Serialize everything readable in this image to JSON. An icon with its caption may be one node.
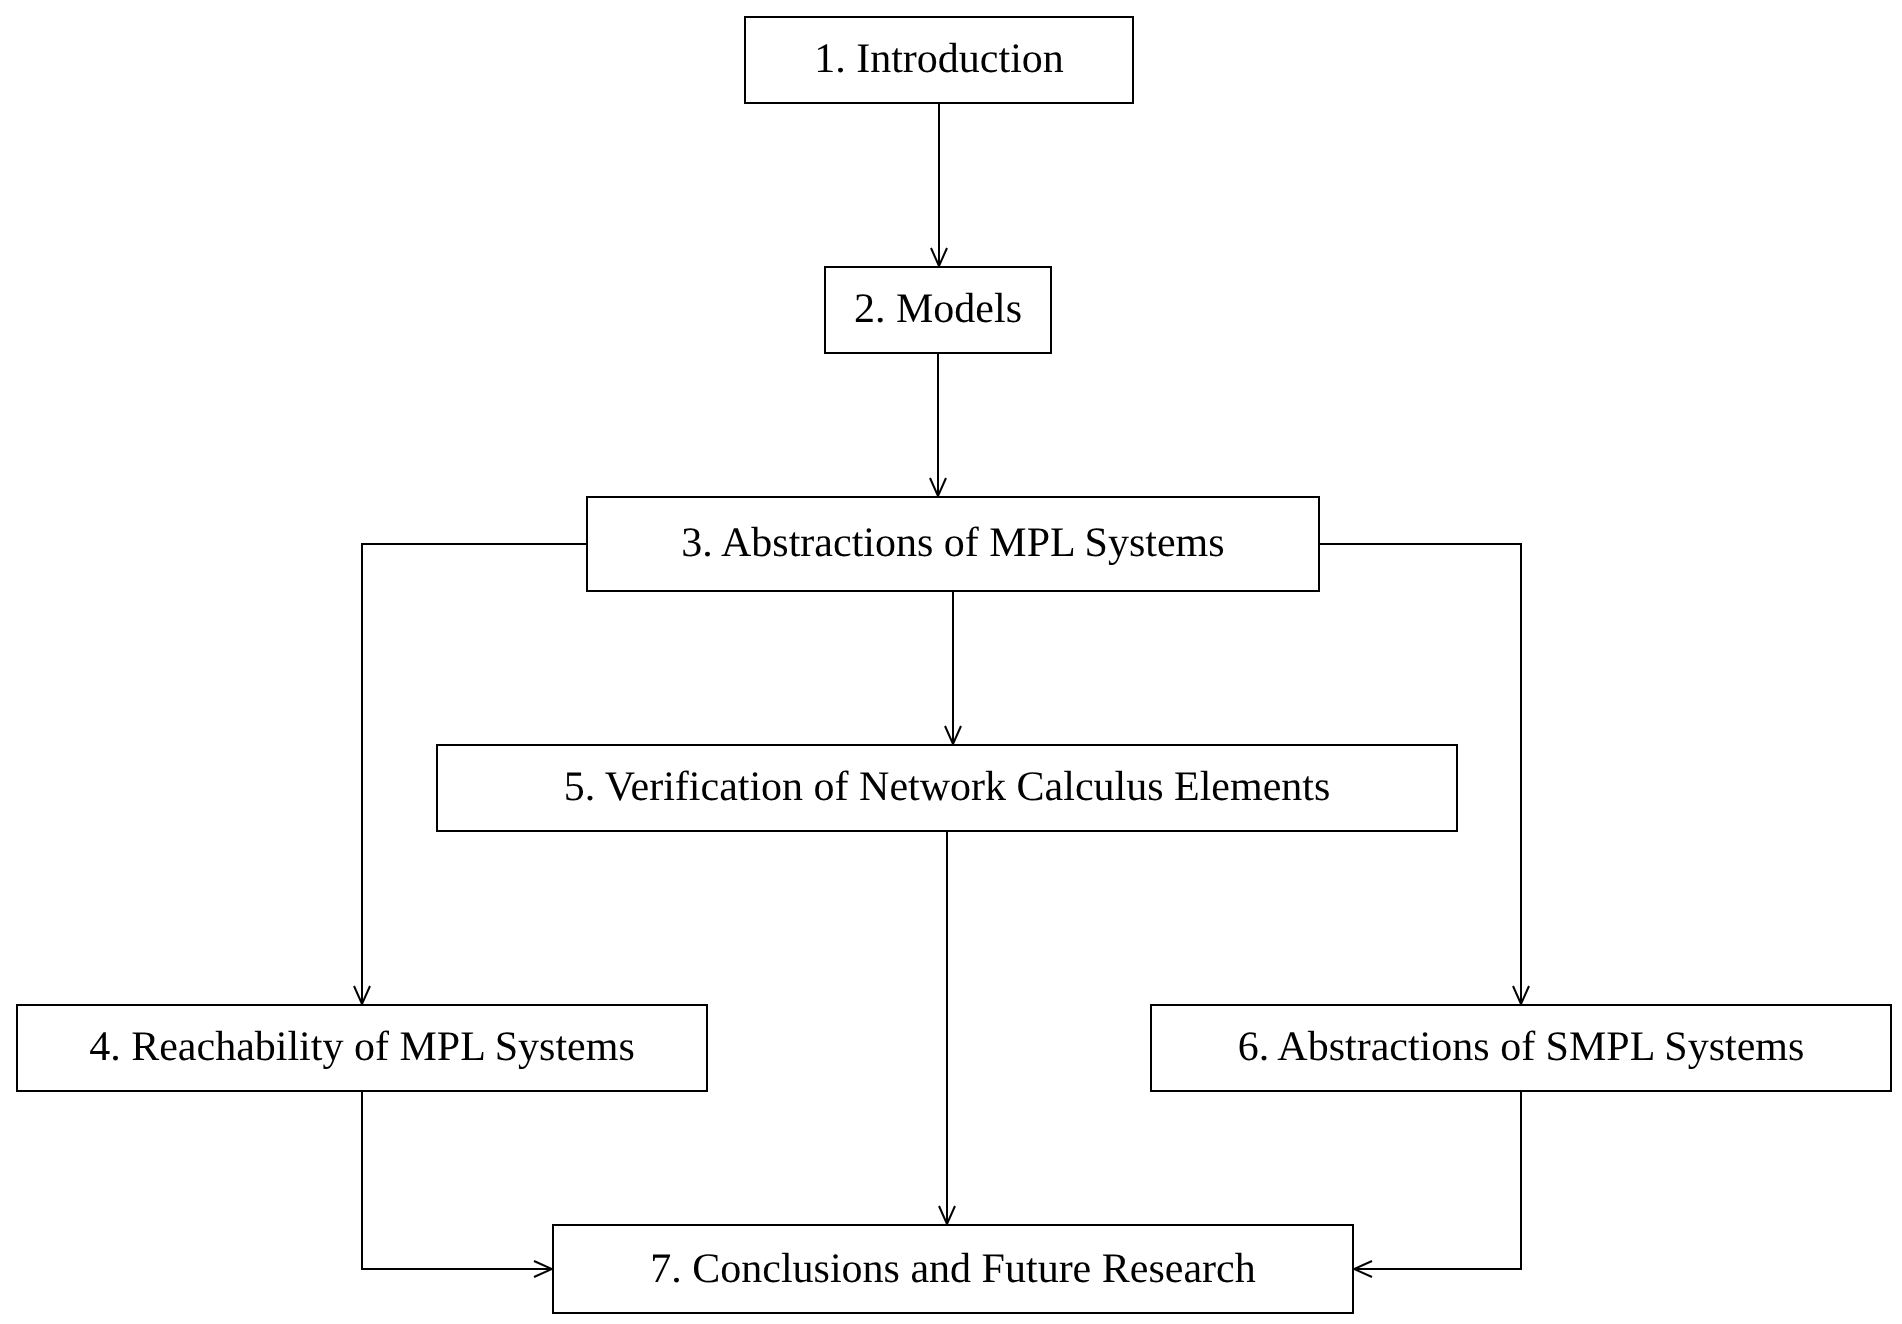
{
  "diagram": {
    "nodes": [
      {
        "text": [
          "1. Introduction"
        ]
      },
      {
        "text": [
          "2. Models"
        ]
      },
      {
        "text": [
          "3. Abstractions of MPL Systems"
        ]
      },
      {
        "text": [
          "5. Verification of Network Calculus Elements"
        ]
      },
      {
        "text": [
          "4. Reachability of MPL Systems"
        ]
      },
      {
        "text": [
          "6. Abstractions of SMPL Systems"
        ]
      },
      {
        "text": [
          "7. Conclusions and Future Research"
        ]
      }
    ],
    "edges": [
      {
        "from": 0,
        "to": 1,
        "arrow": "to"
      },
      {
        "from": 1,
        "to": 2,
        "arrow": "to"
      },
      {
        "from": 2,
        "to": 3,
        "arrow": "to"
      },
      {
        "from": 2,
        "to": 4,
        "arrow": "to"
      },
      {
        "from": 2,
        "to": 5,
        "arrow": "to"
      },
      {
        "from": 3,
        "to": 6,
        "arrow": "to"
      },
      {
        "from": 4,
        "to": 6,
        "arrow": "to"
      },
      {
        "from": 5,
        "to": 6,
        "arrow": "to"
      }
    ]
  }
}
